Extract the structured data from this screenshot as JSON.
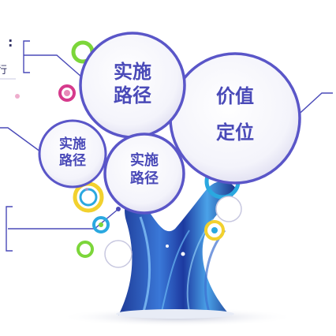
{
  "bubbles": {
    "top": {
      "line1": "实施",
      "line2": "路径"
    },
    "right": {
      "line1": "价值",
      "line2": "定位"
    },
    "left": {
      "line1": "实施",
      "line2": "路径"
    },
    "middle": {
      "line1": "实施",
      "line2": "路径"
    }
  },
  "edge_text": {
    "colon": ":",
    "char": "行"
  },
  "colors": {
    "bubble_border": "#5a56c8",
    "bubble_text": "#4a4ab8",
    "trunk": "#2a46a8",
    "accent_blue": "#2aa8e0",
    "accent_green": "#7cd63a",
    "accent_yellow": "#f2d12e",
    "accent_pink": "#d63a8c"
  }
}
